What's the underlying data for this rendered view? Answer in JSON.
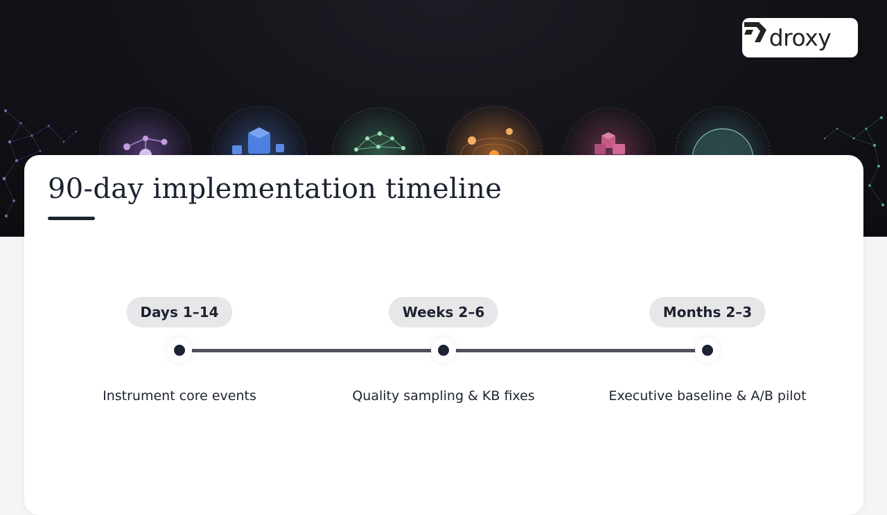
{
  "brand": {
    "name": "droxy",
    "icon": "droxy-logo-icon"
  },
  "slide": {
    "title": "90-day implementation timeline"
  },
  "timeline": [
    {
      "phase": "Days 1–14",
      "description": "Instrument core events"
    },
    {
      "phase": "Weeks 2–6",
      "description": "Quality sampling & KB fixes"
    },
    {
      "phase": "Months 2–3",
      "description": "Executive baseline & A/B pilot"
    }
  ],
  "colors": {
    "ink": "#1c2230",
    "pill_bg": "#e7e7ea",
    "hero_bg": "#121218",
    "connector": "#50505e"
  }
}
